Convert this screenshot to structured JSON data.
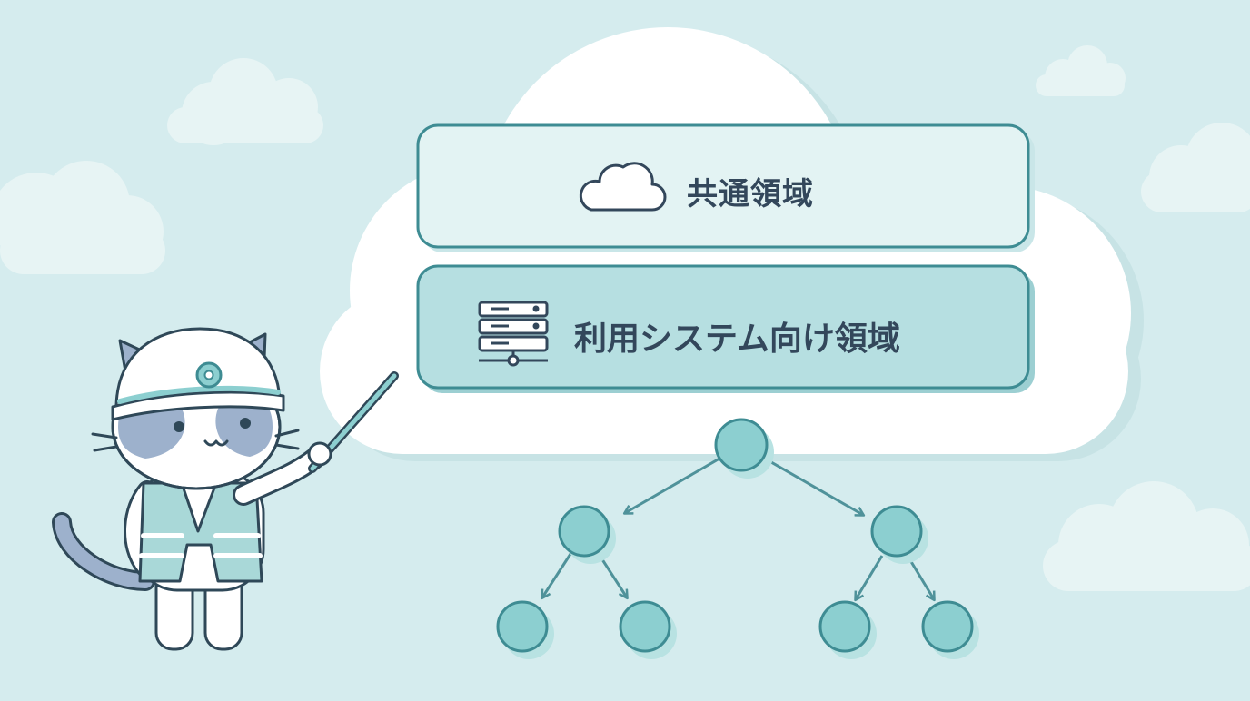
{
  "diagram": {
    "common_area": {
      "label": "共通領域",
      "icon": "cloud-icon"
    },
    "system_area": {
      "label": "利用システム向け領域",
      "icon": "server-network-icon"
    },
    "tree": {
      "levels": 3,
      "nodes": 7
    },
    "mascot": "cat-construction-worker-with-pointer"
  },
  "colors": {
    "background": "#d5ecee",
    "cloud": "#ffffff",
    "box_fill_light": "#e3f3f3",
    "box_fill_dark": "#b6dfe1",
    "outline": "#3e8c93",
    "node_fill": "#8ccfd0",
    "text": "#33475b"
  }
}
